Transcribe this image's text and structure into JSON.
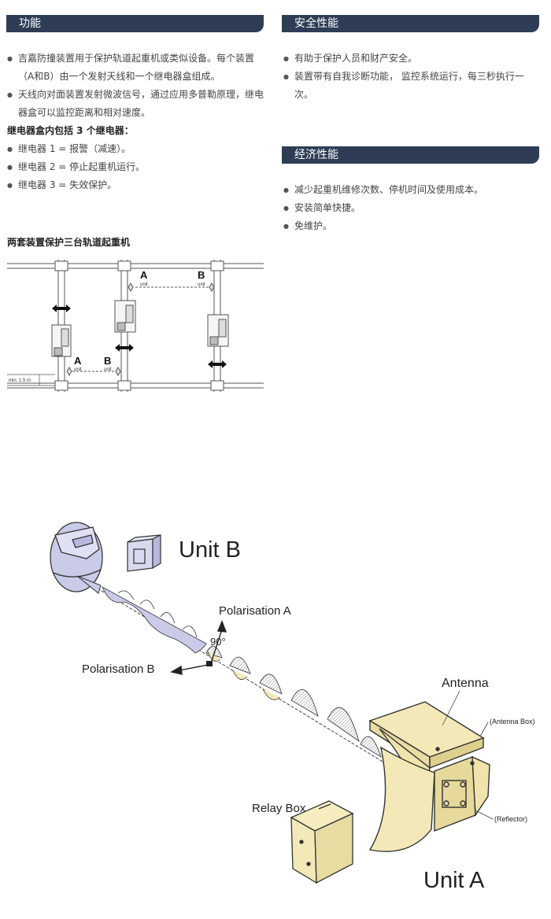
{
  "functions": {
    "title": "功能",
    "bullets": [
      "吉嘉防撞装置用于保护轨道起重机或类似设备。每个装置（A和B）由一个发射天线和一个继电器盒组成。",
      "天线向对面装置发射微波信号，通过应用多普勒原理，继电器盒可以监控距离和相对速度。"
    ],
    "relay_heading": "继电器盒内包括 3 个继电器：",
    "relay_items": [
      "继电器 1 = 报警（减速）。",
      "继电器 2 = 停止起重机运行。",
      "继电器 3 = 失效保护。"
    ]
  },
  "safety": {
    "title": "安全性能",
    "bullets": [
      "有助于保护人员和财产安全。",
      "装置带有自我诊断功能， 监控系统运行，每三秒执行一次。"
    ]
  },
  "economy": {
    "title": "经济性能",
    "bullets": [
      "减少起重机维修次数、停机时间及使用成本。",
      "安装简单快捷。",
      "免维护。"
    ]
  },
  "crane_diagram": {
    "title": "两套装置保护三台轨道起重机",
    "label_a": "A",
    "label_b": "B",
    "unit_word": "unit",
    "min_label": "min. 1.5 m"
  },
  "unit_diagram": {
    "unit_b": "Unit B",
    "unit_a": "Unit A",
    "polarisation_a": "Polarisation A",
    "polarisation_b": "Polarisation B",
    "angle": "90°",
    "antenna": "Antenna",
    "antenna_box": "(Antenna Box)",
    "reflector": "(Reflector)",
    "relay_box": "Relay Box"
  },
  "colors": {
    "header_bg": "#2e3d55",
    "device_fill": "#f3e9b8",
    "unitb_fill": "#c9cbe8"
  }
}
